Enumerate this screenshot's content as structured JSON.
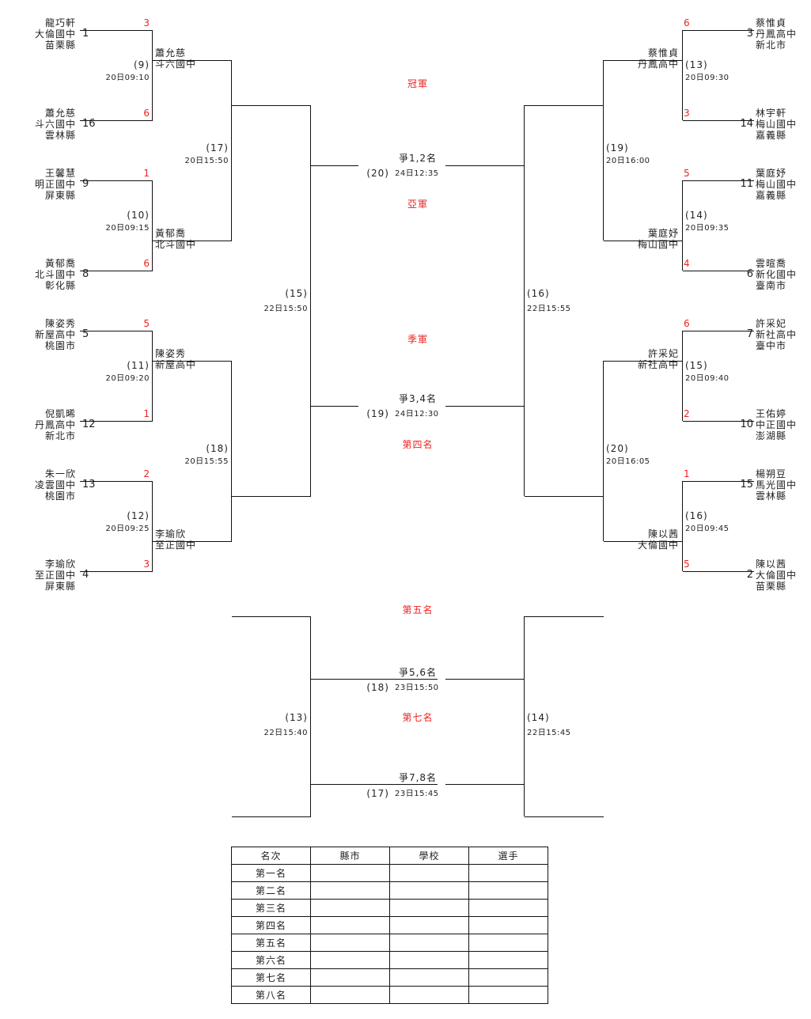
{
  "bracket": {
    "left": [
      {
        "name": "龍巧軒",
        "school": "大倫國中",
        "seed": "1",
        "county": "苗栗縣",
        "score": "3"
      },
      {
        "name": "蕭允慈",
        "school": "斗六國中",
        "seed": "16",
        "county": "雲林縣",
        "score": "6"
      },
      {
        "name": "王馨慧",
        "school": "明正國中",
        "seed": "9",
        "county": "屏東縣",
        "score": "1"
      },
      {
        "name": "黃郁喬",
        "school": "北斗國中",
        "seed": "8",
        "county": "彰化縣",
        "score": "6"
      },
      {
        "name": "陳姿秀",
        "school": "新屋高中",
        "seed": "5",
        "county": "桃園市",
        "score": "5"
      },
      {
        "name": "倪凱晞",
        "school": "丹鳳高中",
        "seed": "12",
        "county": "新北市",
        "score": "1"
      },
      {
        "name": "朱一欣",
        "school": "凌雲國中",
        "seed": "13",
        "county": "桃園市",
        "score": "2"
      },
      {
        "name": "李瑜欣",
        "school": "至正國中",
        "seed": "4",
        "county": "屏東縣",
        "score": "3"
      }
    ],
    "right": [
      {
        "name": "蔡惟貞",
        "school": "丹鳳高中",
        "seed": "3",
        "county": "新北市",
        "score": "6"
      },
      {
        "name": "林宇軒",
        "school": "梅山國中",
        "seed": "14",
        "county": "嘉義縣",
        "score": "3"
      },
      {
        "name": "葉庭妤",
        "school": "梅山國中",
        "seed": "11",
        "county": "嘉義縣",
        "score": "5"
      },
      {
        "name": "雲暄喬",
        "school": "新化國中",
        "seed": "6",
        "county": "臺南市",
        "score": "4"
      },
      {
        "name": "許采妃",
        "school": "新社高中",
        "seed": "7",
        "county": "臺中市",
        "score": "6"
      },
      {
        "name": "王佑婷",
        "school": "中正國中",
        "seed": "10",
        "county": "澎湖縣",
        "score": "2"
      },
      {
        "name": "楊朔豆",
        "school": "馬光國中",
        "seed": "15",
        "county": "雲林縣",
        "score": "1"
      },
      {
        "name": "陳以茜",
        "school": "大倫國中",
        "seed": "2",
        "county": "苗栗縣",
        "score": "5"
      }
    ],
    "r1_left": [
      {
        "no": "(9)",
        "time": "20日09:10",
        "winner": "蕭允慈",
        "wschool": "斗六國中"
      },
      {
        "no": "(10)",
        "time": "20日09:15",
        "winner": "黃郁喬",
        "wschool": "北斗國中"
      },
      {
        "no": "(11)",
        "time": "20日09:20",
        "winner": "陳姿秀",
        "wschool": "新屋高中"
      },
      {
        "no": "(12)",
        "time": "20日09:25",
        "winner": "李瑜欣",
        "wschool": "至正國中"
      }
    ],
    "r1_right": [
      {
        "no": "(13)",
        "time": "20日09:30",
        "winner": "蔡惟貞",
        "wschool": "丹鳳高中"
      },
      {
        "no": "(14)",
        "time": "20日09:35",
        "winner": "葉庭妤",
        "wschool": "梅山國中"
      },
      {
        "no": "(15)",
        "time": "20日09:40",
        "winner": "許采妃",
        "wschool": "新社高中"
      },
      {
        "no": "(16)",
        "time": "20日09:45",
        "winner": "陳以茜",
        "wschool": "大倫國中"
      }
    ],
    "r2_left": [
      {
        "no": "(17)",
        "time": "20日15:50"
      },
      {
        "no": "(18)",
        "time": "20日15:55"
      }
    ],
    "r2_right": [
      {
        "no": "(19)",
        "time": "20日16:00"
      },
      {
        "no": "(20)",
        "time": "20日16:05"
      }
    ],
    "semi_left": {
      "no": "(15)",
      "time": "22日15:50"
    },
    "semi_right": {
      "no": "(16)",
      "time": "22日15:55"
    },
    "final": {
      "label": "爭1,2名",
      "no": "(20)",
      "time": "24日12:35"
    },
    "third": {
      "label": "爭3,4名",
      "no": "(19)",
      "time": "24日12:30"
    },
    "titles": {
      "champion": "冠軍",
      "runner_up": "亞軍",
      "third": "季軍",
      "fourth": "第四名",
      "fifth": "第五名",
      "seventh": "第七名"
    }
  },
  "consolation": {
    "left": {
      "no": "(13)",
      "time": "22日15:40"
    },
    "right": {
      "no": "(14)",
      "time": "22日15:45"
    },
    "fifth_match": {
      "label": "爭5,6名",
      "no": "(18)",
      "time": "23日15:50"
    },
    "seventh_match": {
      "label": "爭7,8名",
      "no": "(17)",
      "time": "23日15:45"
    }
  },
  "ranking_table": {
    "headers": [
      "名次",
      "縣市",
      "學校",
      "選手"
    ],
    "rows": [
      "第一名",
      "第二名",
      "第三名",
      "第四名",
      "第五名",
      "第六名",
      "第七名",
      "第八名"
    ]
  }
}
